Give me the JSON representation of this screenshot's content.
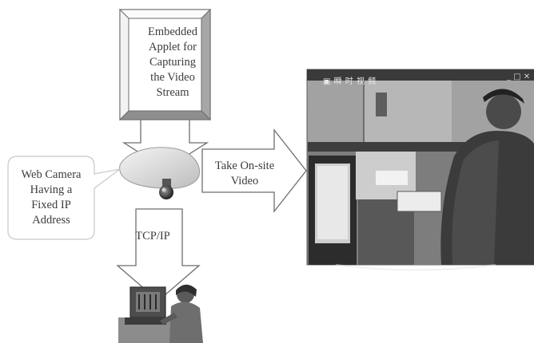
{
  "applet_box": {
    "lines": [
      "Embedded",
      "Applet for",
      "Capturing",
      "the Video",
      "Stream"
    ]
  },
  "camera_callout": {
    "lines": [
      "Web Camera",
      "Having a",
      "Fixed IP",
      "Address"
    ]
  },
  "take_video_arrow": {
    "lines": [
      "Take On-site",
      "Video"
    ]
  },
  "tcpip_arrow": {
    "label": "TCP/IP"
  },
  "video_window": {
    "title": "▣ 瞬 时 视 频",
    "controls": "_ □ ✕"
  },
  "icons": [
    "web-camera-icon",
    "user-at-computer-icon"
  ],
  "colors": {
    "outline": "#6e6e6e",
    "text": "#3c3c3c",
    "frame_light": "#f4f4f4",
    "frame_dark": "#8a8a8a",
    "video_bg": "#7c7c7c"
  }
}
